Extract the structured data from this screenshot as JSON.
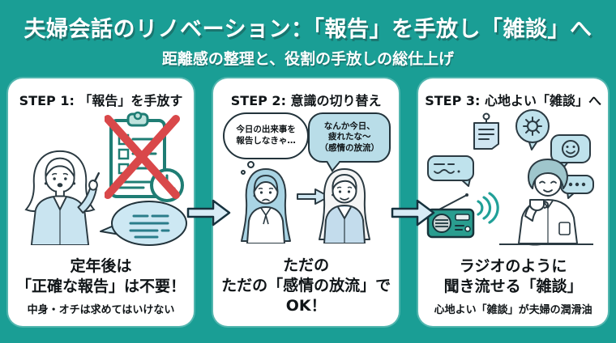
{
  "header": {
    "title": "夫婦会話のリノベーション：「報告」を手放し「雑談」へ",
    "subtitle": "距離感の整理と、役割の手放しの総仕上げ"
  },
  "colors": {
    "background": "#1a9e95",
    "card_background": "#ffffff",
    "accent_teal": "#2a9d8f",
    "illustration_light_blue": "#c9e4f0",
    "bubble_blue": "#b9dde8",
    "cross_red": "#d9484a",
    "text_dark": "#101518",
    "title_white": "#ffffff"
  },
  "steps": [
    {
      "header": "STEP 1: 「報告」を手放す",
      "main_lines": [
        "定年後は",
        "「正確な報告」は不要！"
      ],
      "sub": "中身・オチは求めてはいけない"
    },
    {
      "header": "STEP 2: 意識の切り替え",
      "thought_bubble": {
        "line1": "今日の出来事を",
        "line2": "報告しなきゃ…"
      },
      "speech_bubble": {
        "line1": "なんか今日、",
        "line2": "疲れたな～",
        "line3": "（感情の放流）"
      },
      "main_lines": [
        "ただの",
        "ただの「感情の放流」で",
        "OK！"
      ]
    },
    {
      "header": "STEP 3: 心地よい「雑談」へ",
      "main_lines": [
        "ラジオのように",
        "聞き流せる「雑談」"
      ],
      "sub": "心地よい「雑談」が夫婦の潤滑油"
    }
  ]
}
